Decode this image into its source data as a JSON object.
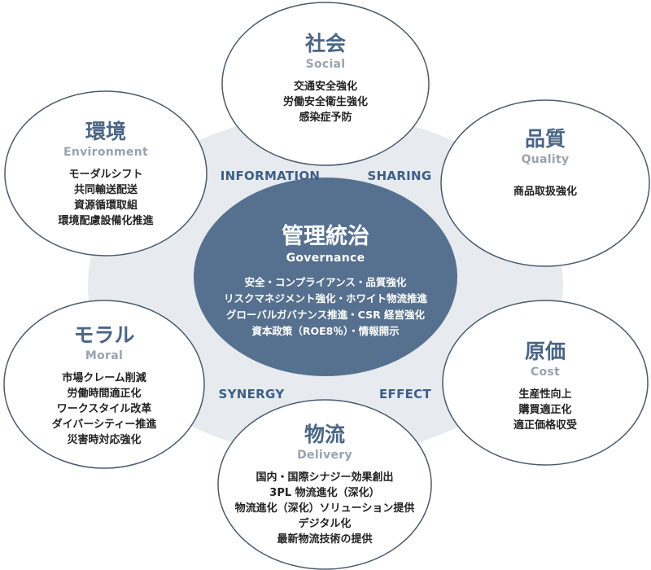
{
  "keywords": {
    "information": "INFORMATION",
    "sharing": "SHARING",
    "synergy": "SYNERGY",
    "effect": "EFFECT"
  },
  "center": {
    "title": "管理統治",
    "subtitle": "Governance",
    "items": [
      "安全・コンプライアンス・品質強化",
      "リスクマネジメント強化・ホワイト物流推進",
      "グローバルガバナンス推進・CSR 経営強化",
      "資本政策（ROE8％）・情報開示"
    ]
  },
  "social": {
    "title": "社会",
    "subtitle": "Social",
    "items": [
      "交通安全強化",
      "労働安全衛生強化",
      "感染症予防"
    ]
  },
  "environment": {
    "title": "環境",
    "subtitle": "Environment",
    "items": [
      "モーダルシフト",
      "共同輸送配送",
      "資源循環取組",
      "環境配慮設備化推進"
    ]
  },
  "quality": {
    "title": "品質",
    "subtitle": "Quality",
    "items": [
      "商品取扱強化"
    ]
  },
  "moral": {
    "title": "モラル",
    "subtitle": "Moral",
    "items": [
      "市場クレーム削減",
      "労働時間適正化",
      "ワークスタイル改革",
      "ダイバーシティー推進",
      "災害時対応強化"
    ]
  },
  "cost": {
    "title": "原価",
    "subtitle": "Cost",
    "items": [
      "生産性向上",
      "購買適正化",
      "適正価格収受"
    ]
  },
  "delivery": {
    "title": "物流",
    "subtitle": "Delivery",
    "items": [
      "国内・国際シナジー効果創出",
      "3PL 物流進化（深化）",
      "物流進化（深化）ソリューション提供",
      "デジタル化",
      "最新物流技術の提供"
    ]
  },
  "colors": {
    "center_fill": "#56718f",
    "ring_fill": "#e7ebef",
    "outline": "#4a5a6c",
    "title": "#4a6586",
    "subtitle": "#9aa3ad",
    "keyword": "#3d5f86"
  }
}
